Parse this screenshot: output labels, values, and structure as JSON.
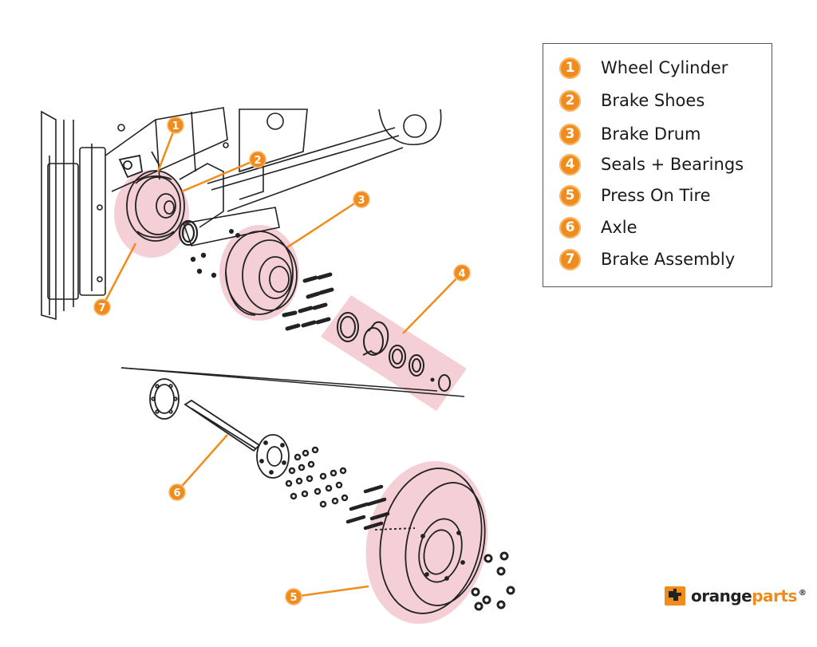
{
  "legend": {
    "items": [
      {
        "number": "1",
        "label": "Wheel Cylinder"
      },
      {
        "number": "2",
        "label": "Brake Shoes"
      },
      {
        "number": "3",
        "label": "Brake Drum"
      },
      {
        "number": "4",
        "label": "Seals + Bearings"
      },
      {
        "number": "5",
        "label": "Press On Tire"
      },
      {
        "number": "6",
        "label": "Axle"
      },
      {
        "number": "7",
        "label": "Brake Assembly"
      }
    ]
  },
  "callouts": [
    {
      "number": "1"
    },
    {
      "number": "2"
    },
    {
      "number": "3"
    },
    {
      "number": "4"
    },
    {
      "number": "5"
    },
    {
      "number": "6"
    },
    {
      "number": "7"
    }
  ],
  "brand": {
    "word1": "orange",
    "word2": "parts",
    "mark": "®"
  },
  "colors": {
    "accent": "#f08c1e",
    "highlight": "#f3c7cf",
    "line": "#222222"
  },
  "icons": {
    "brand_logo": "orangeparts-logo-icon"
  }
}
